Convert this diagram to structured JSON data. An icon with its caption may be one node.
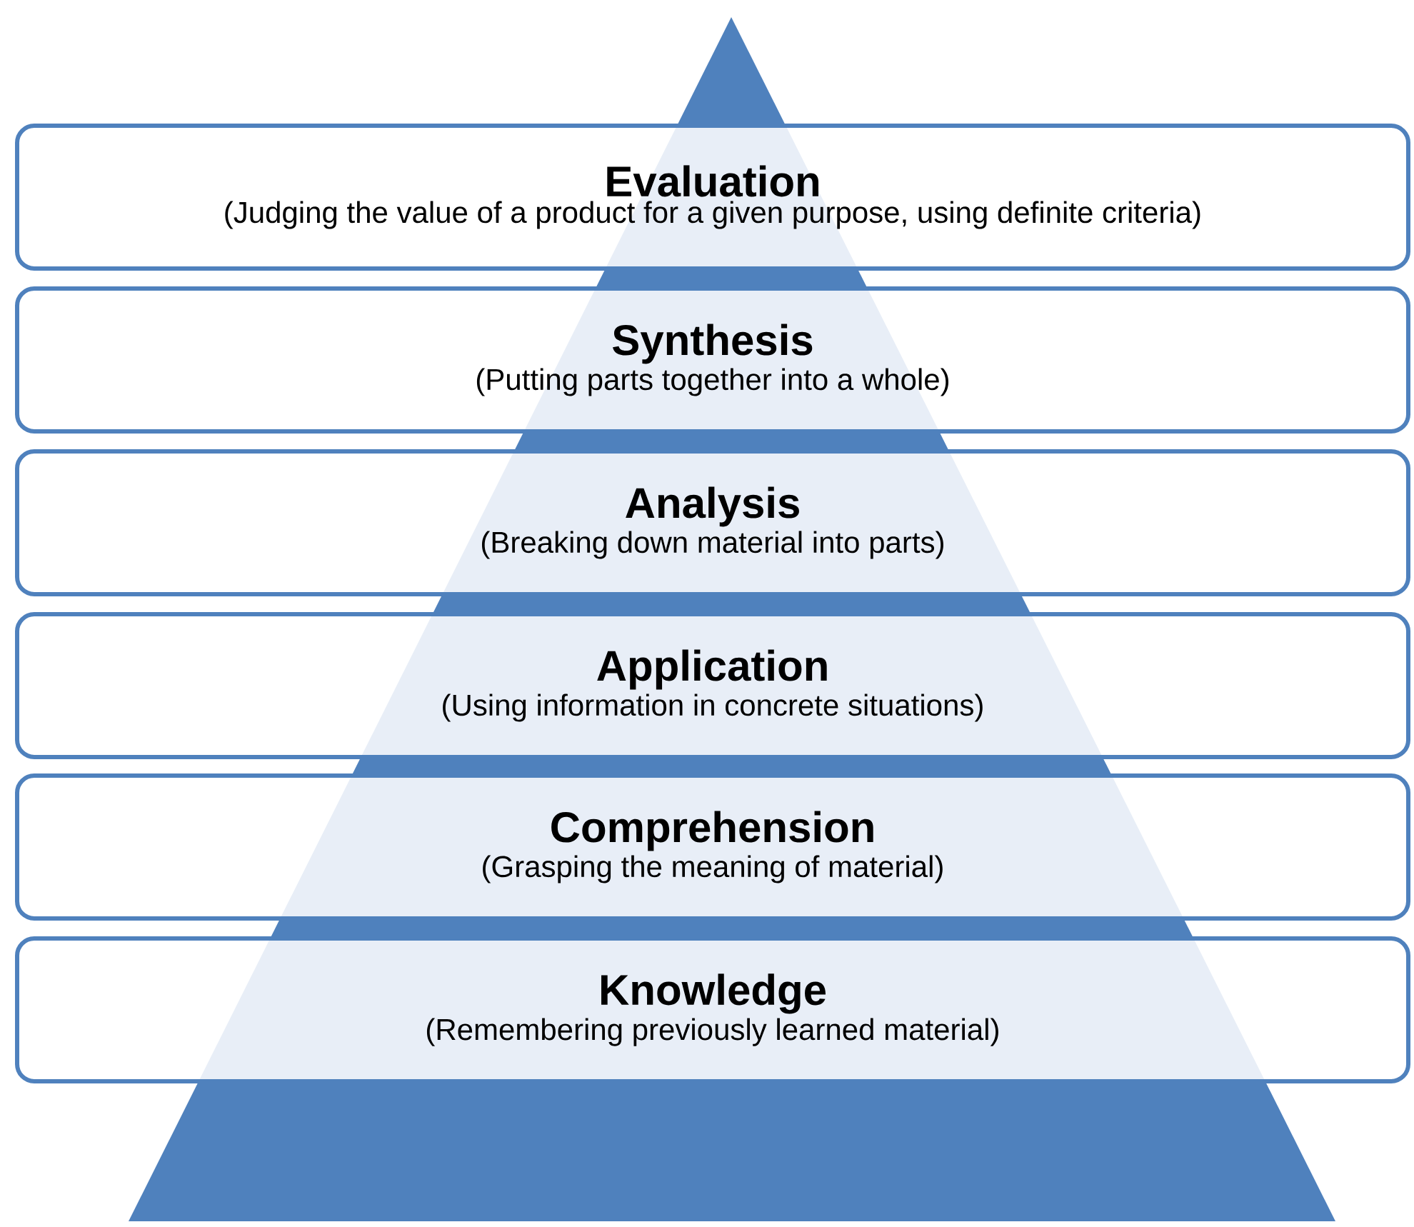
{
  "diagram": {
    "nodes": [
      {
        "text": [
          "Evaluation",
          "(Judging the value of a product for a given purpose, using definite criteria)"
        ]
      },
      {
        "text": [
          "Synthesis",
          "(Putting parts together into a whole)"
        ]
      },
      {
        "text": [
          "Analysis",
          "(Breaking down material into parts)"
        ]
      },
      {
        "text": [
          "Application",
          "(Using information in concrete situations)"
        ]
      },
      {
        "text": [
          "Comprehension",
          "(Grasping the meaning of material)"
        ]
      },
      {
        "text": [
          "Knowledge",
          "(Remembering previously learned material)"
        ]
      }
    ]
  }
}
